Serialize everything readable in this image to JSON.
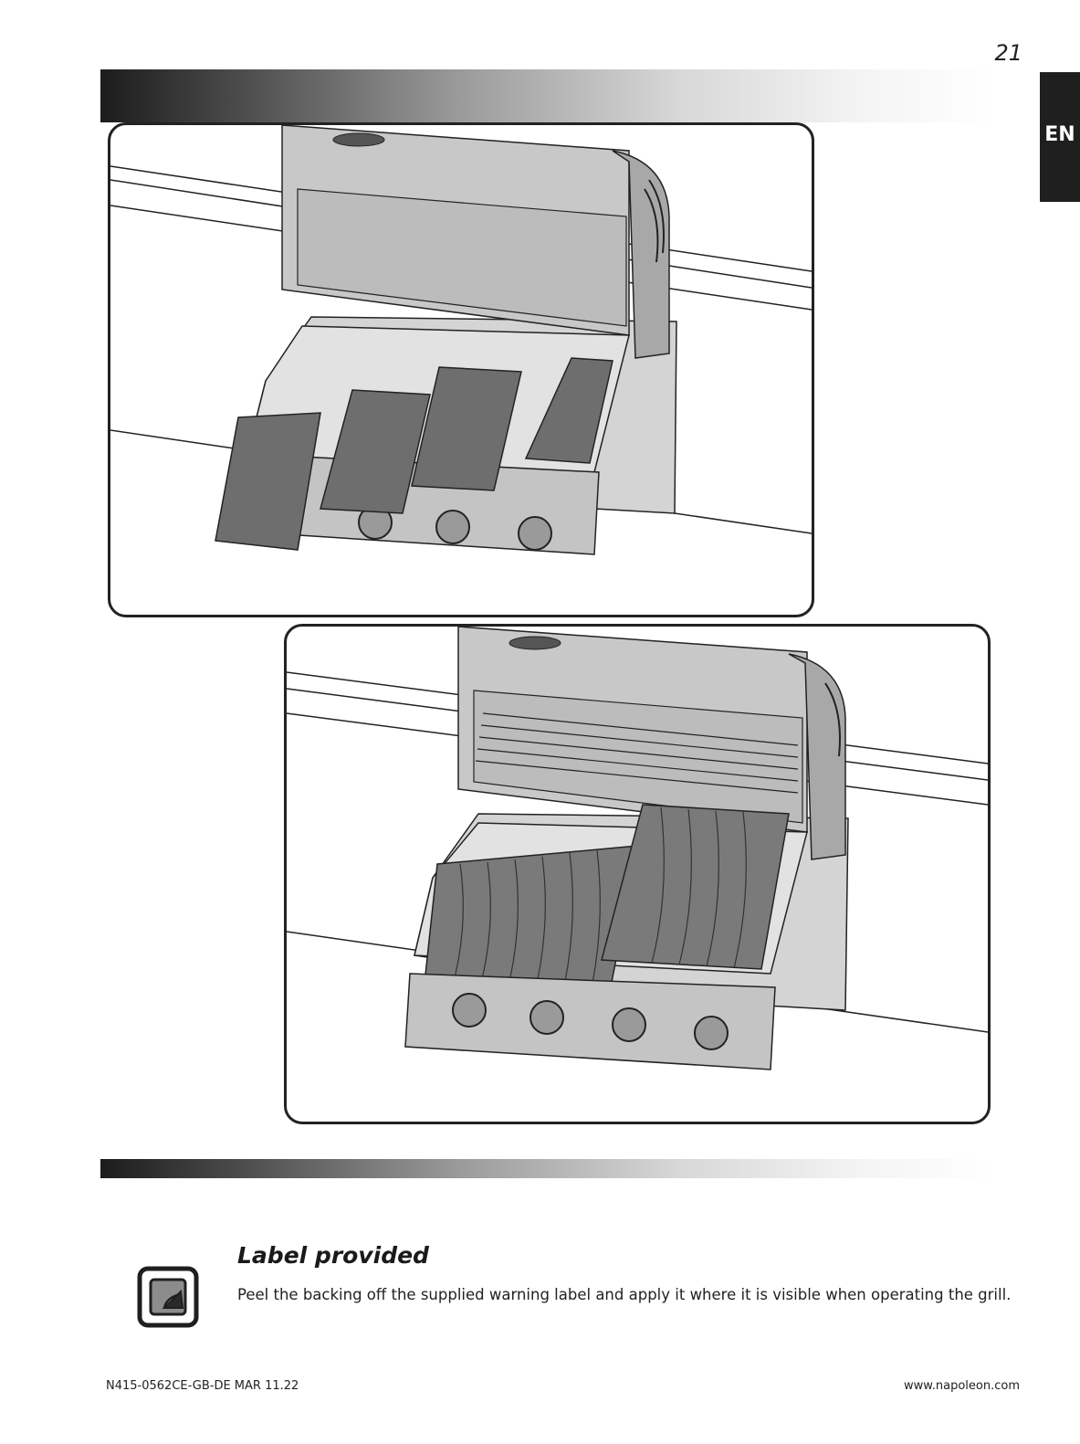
{
  "header": {
    "page_number": "21",
    "language_tab": "EN"
  },
  "note": {
    "title": "Label provided",
    "body": "Peel the backing off the supplied warning label and apply it where it is visible when operating the grill."
  },
  "footer": {
    "document_code": "N415-0562CE-GB-DE MAR 11.22",
    "website": "www.napoleon.com"
  },
  "icons": {
    "label": "label-sticker-icon"
  },
  "colors": {
    "tab_background": "#1f1f1f",
    "figure_border": "#222222",
    "grill_fill": "#c8c8c8",
    "heat_plate_fill": "#6e6e6e"
  }
}
